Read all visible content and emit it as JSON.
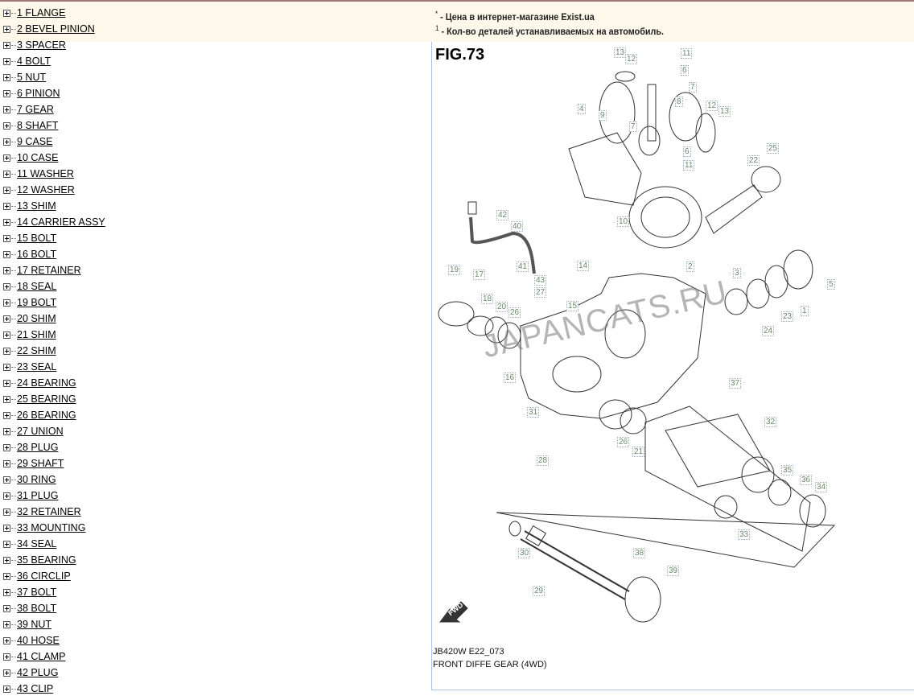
{
  "parts": [
    "1 FLANGE",
    "2 BEVEL PINION",
    "3 SPACER",
    "4 BOLT",
    "5 NUT",
    "6 PINION",
    "7 GEAR",
    "8 SHAFT",
    "9 CASE",
    "10 CASE",
    "11 WASHER",
    "12 WASHER",
    "13 SHIM",
    "14 CARRIER ASSY",
    "15 BOLT",
    "16 BOLT",
    "17 RETAINER",
    "18 SEAL",
    "19 BOLT",
    "20 SHIM",
    "21 SHIM",
    "22 SHIM",
    "23 SEAL",
    "24 BEARING",
    "25 BEARING",
    "26 BEARING",
    "27 UNION",
    "28 PLUG",
    "29 SHAFT",
    "30 RING",
    "31 PLUG",
    "32 RETAINER",
    "33 MOUNTING",
    "34 SEAL",
    "35 BEARING",
    "36 CIRCLIP",
    "37 BOLT",
    "38 BOLT",
    "39 NUT",
    "40 HOSE",
    "41 CLAMP",
    "42 PLUG",
    "43 CLIP"
  ],
  "notes": {
    "line1_mark": "*",
    "line1": " - Цена в интернет-магазине Exist.ua",
    "line2_mark": "1",
    "line2": " - Кол-во деталей устанавливаемых на автомобиль."
  },
  "diagram": {
    "fig_heading": "FIG.73",
    "code": "JB420W E22_073",
    "title": "FRONT DIFFE GEAR (4WD)",
    "watermark": "JAPANCATS.RU",
    "fwd_label": "FWD",
    "callouts": [
      "13",
      "12",
      "11",
      "6",
      "8",
      "7",
      "12",
      "13",
      "4",
      "9",
      "7",
      "6",
      "11",
      "22",
      "25",
      "10",
      "2",
      "42",
      "40",
      "41",
      "43",
      "27",
      "14",
      "15",
      "19",
      "17",
      "18",
      "20",
      "26",
      "16",
      "3",
      "24",
      "23",
      "1",
      "5",
      "37",
      "32",
      "31",
      "28",
      "26",
      "21",
      "35",
      "36",
      "34",
      "33",
      "30",
      "29",
      "38",
      "39"
    ]
  }
}
